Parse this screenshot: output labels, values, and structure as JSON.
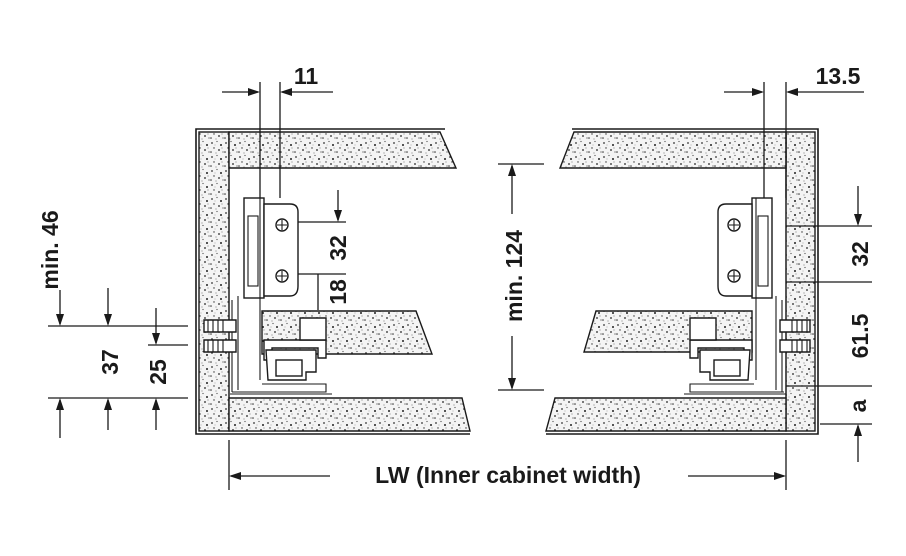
{
  "dimensions": {
    "top_left": "11",
    "top_right": "13.5",
    "min46": "min. 46",
    "d37": "37",
    "d25": "25",
    "d32_left": "32",
    "d18": "18",
    "min124": "min. 124",
    "d32_right": "32",
    "d61_5": "61.5",
    "a": "a"
  },
  "width_label": "LW (Inner cabinet width)"
}
